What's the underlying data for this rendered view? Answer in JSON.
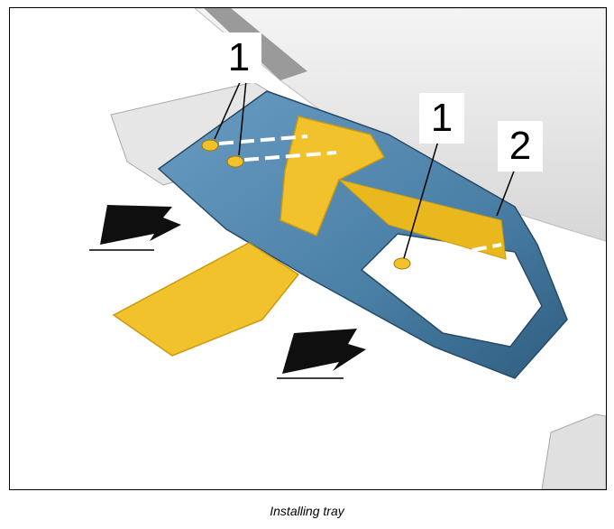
{
  "figure": {
    "callouts": [
      {
        "id": "screw-left",
        "label": "1"
      },
      {
        "id": "screw-right",
        "label": "1"
      },
      {
        "id": "tray",
        "label": "2"
      }
    ],
    "caption": "Installing tray"
  },
  "colors": {
    "tray_blue": "#4a7fa6",
    "tray_blue_dark": "#2f5d80",
    "part_yellow": "#f1c22c",
    "part_yellow_dark": "#c99b12",
    "dash_gray": "#3d6e8f",
    "frame_gray": "#d4d4d4",
    "arrow": "#0f0f0f"
  }
}
